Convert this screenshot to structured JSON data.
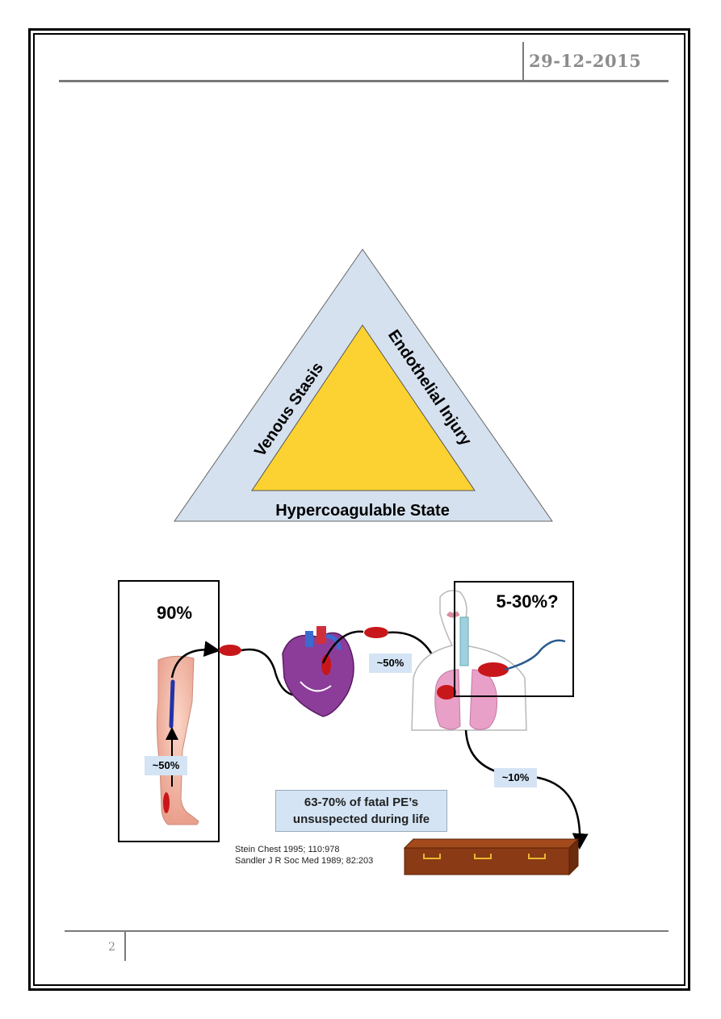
{
  "header": {
    "date": "29-12-2015"
  },
  "footer": {
    "page_number": "2"
  },
  "triad": {
    "left_side": "Venous Stasis",
    "right_side": "Endothelial Injury",
    "bottom": "Hypercoagulable State"
  },
  "diagram": {
    "leg_percent": "90%",
    "lung_percent": "5-30%?",
    "leg_to_heart": "~50%",
    "heart_to_lung": "~50%",
    "lung_to_death": "~10%",
    "note_line1": "63-70% of fatal PE’s",
    "note_line2": "unsuspected during life",
    "citation1": "Stein Chest 1995; 110:978",
    "citation2": "Sandler J R Soc Med 1989; 82:203"
  },
  "colors": {
    "outer_triangle": "#d5e1ee",
    "inner_triangle": "#fbd232",
    "label_fill": "#d4e4f4",
    "clot": "#c8171a",
    "coffin": "#8a3a14"
  }
}
